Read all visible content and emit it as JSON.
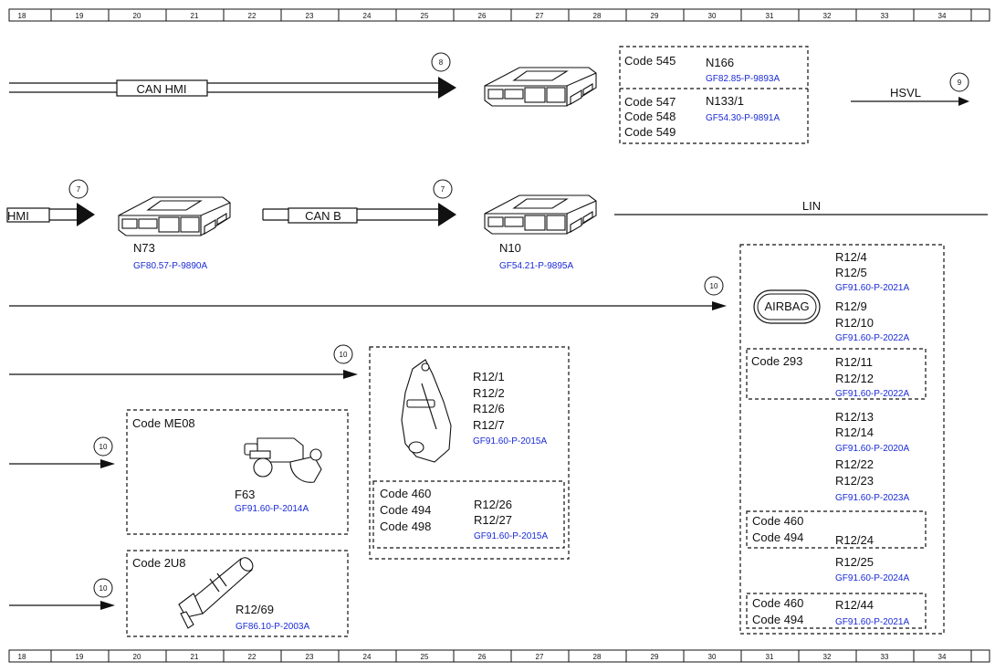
{
  "ruler": [
    "18",
    "19",
    "20",
    "21",
    "22",
    "23",
    "24",
    "25",
    "26",
    "27",
    "28",
    "29",
    "30",
    "31",
    "32",
    "33",
    "34"
  ],
  "buses": {
    "can_hmi": "CAN HMI",
    "can_b": "CAN B",
    "hmi_partial": "HMI",
    "hsvl": "HSVL",
    "lin": "LIN"
  },
  "circles": {
    "c8": "8",
    "c9": "9",
    "c7a": "7",
    "c7b": "7",
    "c10a": "10",
    "c10b": "10",
    "c10c": "10",
    "c10d": "10"
  },
  "top_box": {
    "code1": "Code 545",
    "comp1": "N166",
    "ref1": "GF82.85-P-9893A",
    "codes2": [
      "Code 547",
      "Code 548",
      "Code 549"
    ],
    "comp2": "N133/1",
    "ref2": "GF54.30-P-9891A"
  },
  "n73": {
    "label": "N73",
    "ref": "GF80.57-P-9890A"
  },
  "n10": {
    "label": "N10",
    "ref": "GF54.21-P-9895A"
  },
  "me08_box": {
    "code": "Code ME08",
    "label": "F63",
    "ref": "GF91.60-P-2014A"
  },
  "u2u8_box": {
    "code": "Code 2U8",
    "label": "R12/69",
    "ref": "GF86.10-P-2003A"
  },
  "mid_box": {
    "labels": [
      "R12/1",
      "R12/2",
      "R12/6",
      "R12/7"
    ],
    "ref": "GF91.60-P-2015A",
    "codes": [
      "Code 460",
      "Code 494",
      "Code 498"
    ],
    "labels2": [
      "R12/26",
      "R12/27"
    ],
    "ref2": "GF91.60-P-2015A"
  },
  "airbag_box": {
    "airbag": "AIRBAG",
    "g1": [
      "R12/4",
      "R12/5"
    ],
    "g1ref": "GF91.60-P-2021A",
    "g2": [
      "R12/9",
      "R12/10"
    ],
    "g2ref": "GF91.60-P-2022A",
    "g3code": "Code 293",
    "g3": [
      "R12/11",
      "R12/12"
    ],
    "g3ref": "GF91.60-P-2022A",
    "g4": [
      "R12/13",
      "R12/14"
    ],
    "g4ref": "GF91.60-P-2020A",
    "g5": [
      "R12/22",
      "R12/23"
    ],
    "g5ref": "GF91.60-P-2023A",
    "g6codes": [
      "Code 460",
      "Code 494"
    ],
    "g6": "R12/24",
    "g7": "R12/25",
    "g7ref": "GF91.60-P-2024A",
    "g8codes": [
      "Code 460",
      "Code 494"
    ],
    "g8": "R12/44",
    "g8ref": "GF91.60-P-2021A"
  }
}
